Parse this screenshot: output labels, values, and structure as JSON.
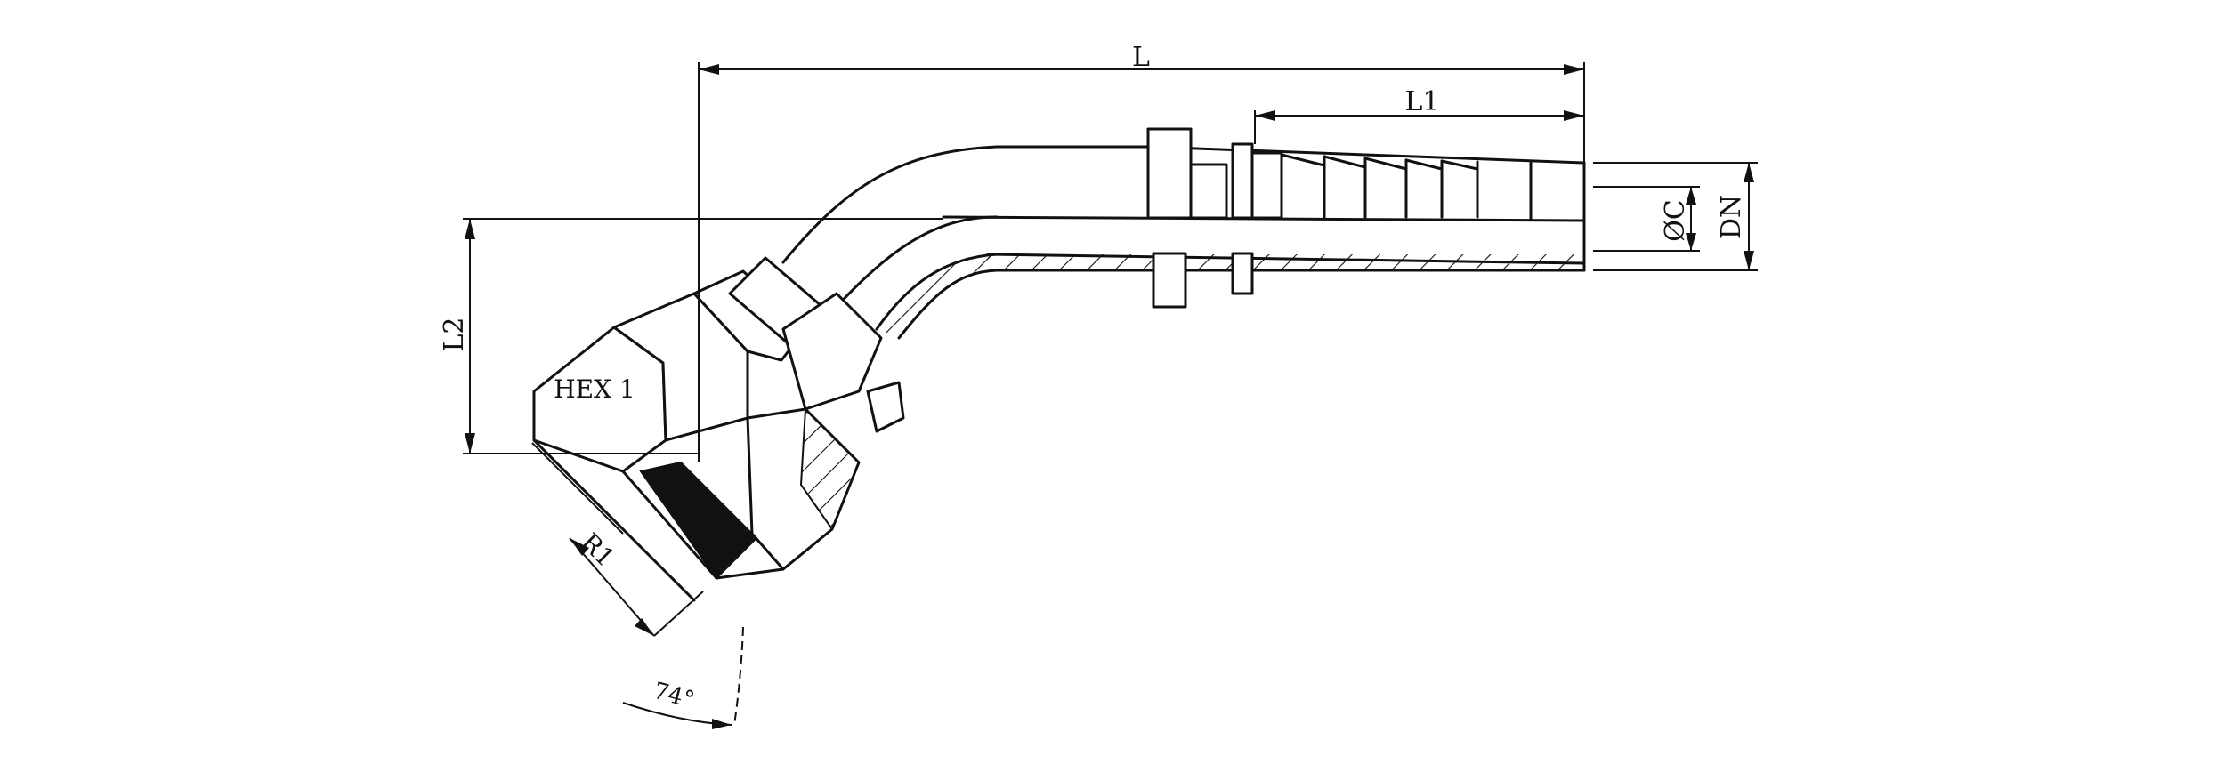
{
  "dimensions": {
    "overall_length": "L",
    "tail_length": "L1",
    "offset_height": "L2",
    "bore": "ØC",
    "nominal_size": "DN",
    "thread": "R1",
    "hex": "HEX 1",
    "cone_angle": "74°"
  }
}
